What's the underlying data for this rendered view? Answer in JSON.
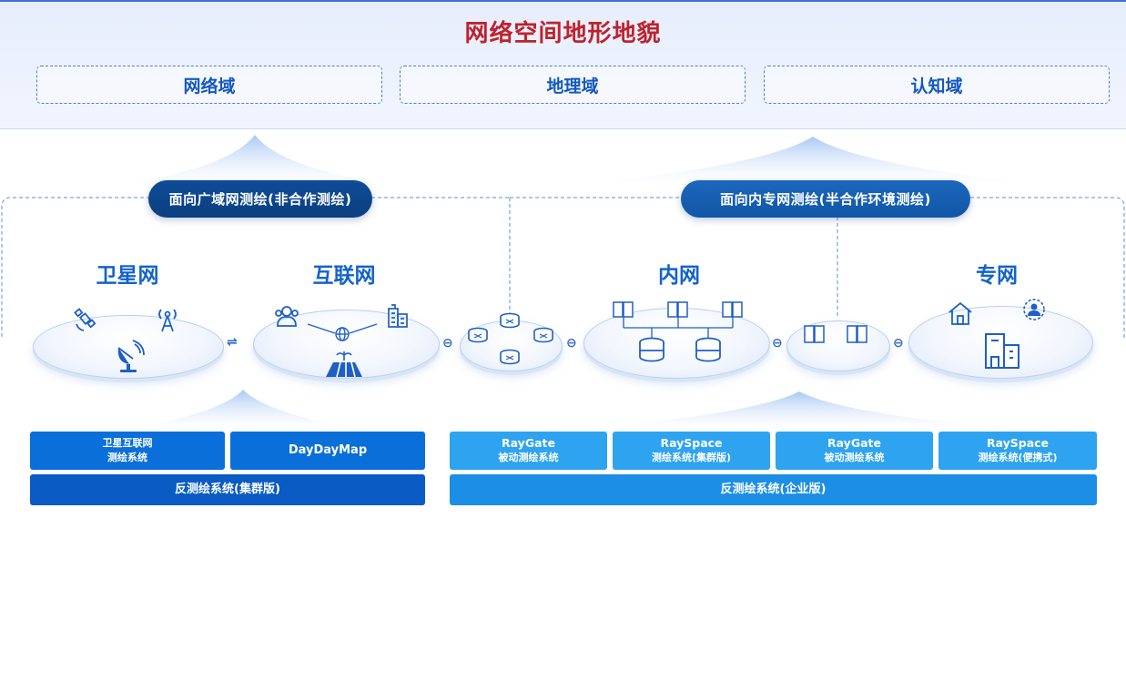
{
  "title": "网络空间地形地貌",
  "domains": [
    "网络域",
    "地理域",
    "认知域"
  ],
  "categories": {
    "left": "面向广域网测绘(非合作测绘)",
    "right": "面向内专网测绘(半合作环境测绘)"
  },
  "networks": [
    "卫星网",
    "互联网",
    "内网",
    "专网"
  ],
  "icons": {
    "satellite": "satellite-icon",
    "antenna": "antenna-icon",
    "dish": "satellite-dish-icon",
    "users": "users-icon",
    "globe": "globe-icon",
    "building": "building-icon",
    "farm": "farmland-icon",
    "router": "router-icon",
    "server": "server-icon",
    "home": "home-icon",
    "person": "person-network-icon",
    "office": "office-building-icon"
  },
  "products": {
    "left_top": [
      {
        "line1": "卫星互联网",
        "line2": "测绘系统"
      },
      {
        "line1": "DayDayMap",
        "line2": ""
      }
    ],
    "left_bottom": "反测绘系统(集群版)",
    "right_top": [
      {
        "line1": "RayGate",
        "line2": "被动测绘系统"
      },
      {
        "line1": "RaySpace",
        "line2": "测绘系统(集群版)"
      },
      {
        "line1": "RayGate",
        "line2": "被动测绘系统"
      },
      {
        "line1": "RaySpace",
        "line2": "测绘系统(便携式)"
      }
    ],
    "right_bottom": "反测绘系统(企业版)"
  },
  "colors": {
    "title": "#c0212d",
    "primary": "#1363cc",
    "product_dark": "#0a5bc4",
    "product_light": "#2ea3ef"
  }
}
